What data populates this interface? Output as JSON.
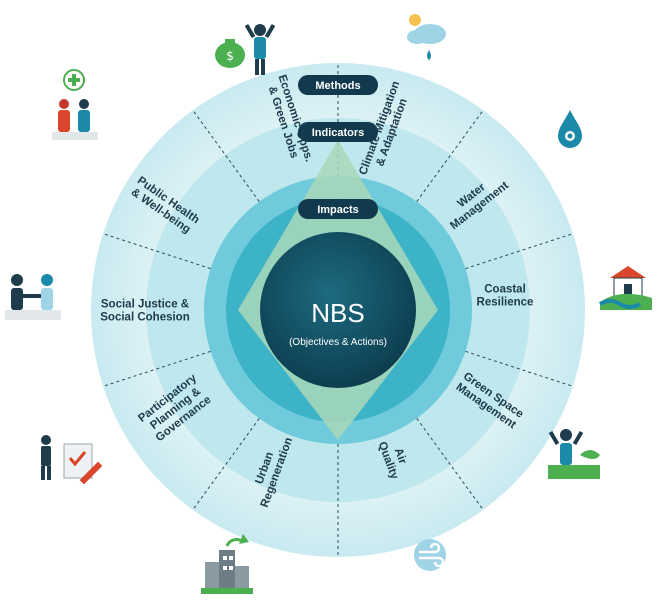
{
  "core": {
    "title": "NBS",
    "subtitle": "(Objectives & Actions)"
  },
  "rings": {
    "outer": "Methods",
    "middle": "Indicators",
    "inner": "Impacts"
  },
  "segments": [
    {
      "id": "economic",
      "lines": [
        "Economic Opps.",
        "& Green Jobs"
      ],
      "icon": "money-bag-worker-icon"
    },
    {
      "id": "climate",
      "lines": [
        "Climate Mitigation",
        "& Adaptation"
      ],
      "icon": "cloud-rain-icon"
    },
    {
      "id": "water",
      "lines": [
        "Water",
        "Management"
      ],
      "icon": "water-drop-icon"
    },
    {
      "id": "coastal",
      "lines": [
        "Coastal",
        "Resilience"
      ],
      "icon": "coastal-house-icon"
    },
    {
      "id": "greenspace",
      "lines": [
        "Green Space",
        "Management"
      ],
      "icon": "person-greenery-icon"
    },
    {
      "id": "air",
      "lines": [
        "Air",
        "Quality"
      ],
      "icon": "wind-icon"
    },
    {
      "id": "urban",
      "lines": [
        "Urban",
        "Regeneration"
      ],
      "icon": "building-regeneration-icon"
    },
    {
      "id": "participatory",
      "lines": [
        "Participatory",
        "Planning &",
        "Governance"
      ],
      "icon": "planning-checklist-icon"
    },
    {
      "id": "social",
      "lines": [
        "Social Justice &",
        "Social Cohesion"
      ],
      "icon": "handshake-icon"
    },
    {
      "id": "health",
      "lines": [
        "Public Health",
        "& Well-being"
      ],
      "icon": "health-people-icon"
    }
  ],
  "colors": {
    "outer_ring": "#d9f0f3",
    "ring2": "#b3e2ea",
    "ring3": "#7fd0de",
    "ring4": "#3fb4c8",
    "core": "#0f4a5e",
    "diamond": "#a9d8b8",
    "pill": "#123a4f",
    "icon_green": "#4caf50",
    "icon_teal": "#1b8aa8",
    "icon_dark": "#1f3c4c"
  }
}
